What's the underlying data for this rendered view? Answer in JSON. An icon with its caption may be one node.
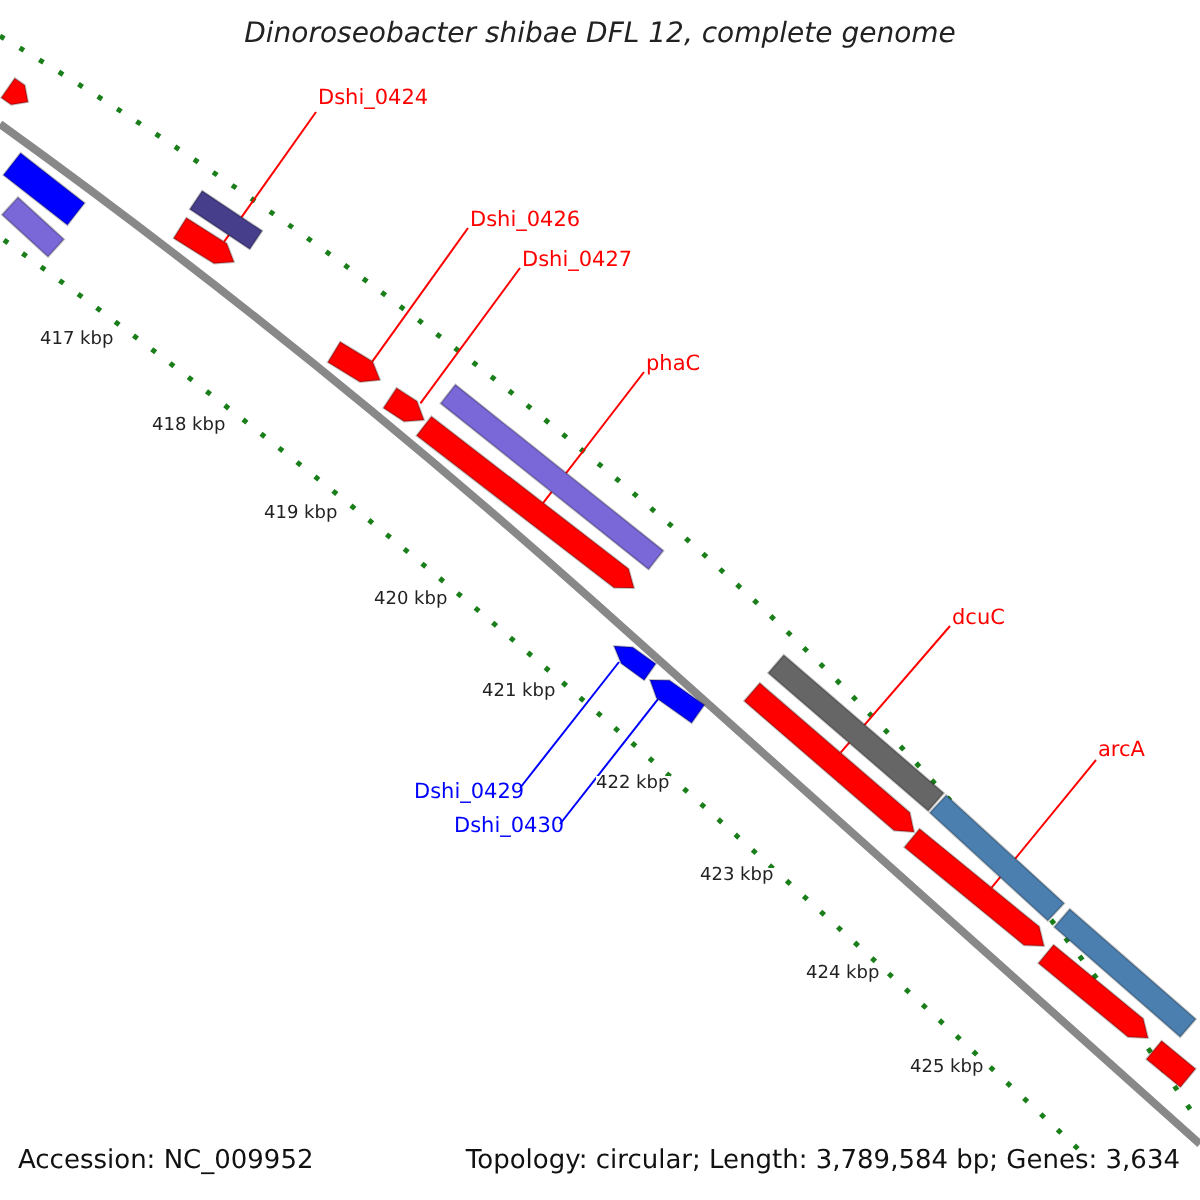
{
  "diagram": {
    "title": "Dinoroseobacter shibae DFL 12, complete genome",
    "nodes": [
      {
        "text": [
          "Dshi_0424"
        ]
      },
      {
        "text": [
          "Dshi_0426"
        ]
      },
      {
        "text": [
          "Dshi_0427"
        ]
      },
      {
        "text": [
          "phaC"
        ]
      },
      {
        "text": [
          "dcuC"
        ]
      },
      {
        "text": [
          "arcA"
        ]
      },
      {
        "text": [
          "Dshi_0429"
        ]
      },
      {
        "text": [
          "Dshi_0430"
        ]
      },
      {
        "text": [],
        "shape": "block"
      },
      {
        "text": [],
        "shape": "bar"
      },
      {
        "text": [],
        "shape": "bar"
      },
      {
        "text": [],
        "shape": "bar"
      },
      {
        "text": [],
        "shape": "block"
      },
      {
        "text": [],
        "shape": "block"
      },
      {
        "text": [],
        "shape": "bar"
      },
      {
        "text": [],
        "shape": "block"
      },
      {
        "text": [],
        "shape": "block"
      },
      {
        "text": [],
        "shape": "block"
      },
      {
        "text": [],
        "shape": "bar"
      },
      {
        "text": [],
        "shape": "block"
      },
      {
        "text": [],
        "shape": "block"
      },
      {
        "text": [],
        "shape": "bar"
      },
      {
        "text": [],
        "shape": "block"
      },
      {
        "text": [],
        "shape": "bar"
      },
      {
        "text": [],
        "shape": "block"
      },
      {
        "text": [],
        "shape": "bar"
      }
    ],
    "edges": [
      {
        "from": 0,
        "to": 12,
        "arrow": "none"
      },
      {
        "from": 1,
        "to": 13,
        "arrow": "none"
      },
      {
        "from": 2,
        "to": 15,
        "arrow": "none"
      },
      {
        "from": 3,
        "to": 16,
        "arrow": "none"
      },
      {
        "from": 4,
        "to": 20,
        "arrow": "none"
      },
      {
        "from": 5,
        "to": 22,
        "arrow": "none"
      },
      {
        "from": 6,
        "to": 17,
        "arrow": "none",
        "color": "#0000ff"
      },
      {
        "from": 7,
        "to": 19,
        "arrow": "none",
        "color": "#0000ff"
      }
    ],
    "labels": [
      "417 kbp",
      "418 kbp",
      "419 kbp",
      "420 kbp",
      "421 kbp",
      "422 kbp",
      "423 kbp",
      "424 kbp",
      "425 kbp",
      "Accession: NC_009952",
      "Topology: circular; Length: 3,789,584 bp; Genes: 3,634"
    ]
  }
}
